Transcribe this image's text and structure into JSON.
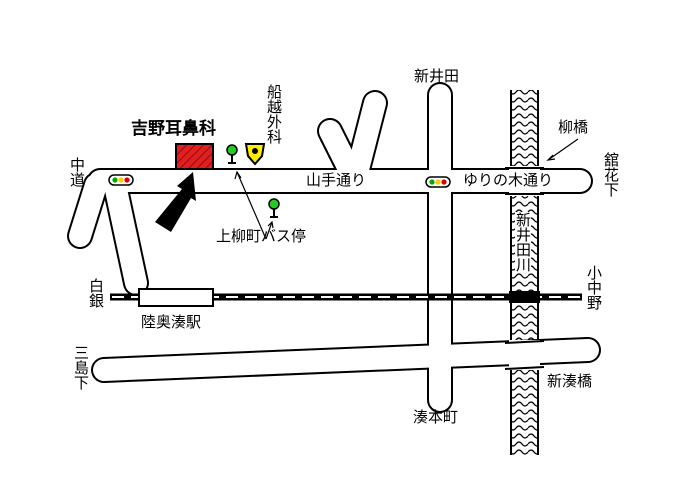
{
  "map": {
    "clinic": {
      "name": "吉野耳鼻科",
      "color": "#e02020"
    },
    "roads": [
      {
        "id": "yamate",
        "label": "山手通り"
      },
      {
        "id": "yurinoki",
        "label": "ゆりの木通り"
      }
    ],
    "labels": {
      "nakamichi": "中道",
      "funakoshi": "船越外科",
      "shiraigin": "白銀",
      "mishimashita": "三島下",
      "shiraida_top": "新井田",
      "yanagibashi": "柳橋",
      "tatehanashita": "舘花下",
      "kamiyanagi_bus": "上柳町バス停",
      "station": "陸奥湊駅",
      "shiraida_river": "新井田川",
      "konakano": "小中野",
      "shinminatobashi": "新湊橋",
      "minatohonmachi": "湊本町"
    },
    "colors": {
      "tree": "#22cc22",
      "hospital_mark": "#ffee00",
      "signal_red": "#dd0000",
      "signal_yellow": "#ffcc00",
      "signal_green": "#00aa00"
    }
  }
}
